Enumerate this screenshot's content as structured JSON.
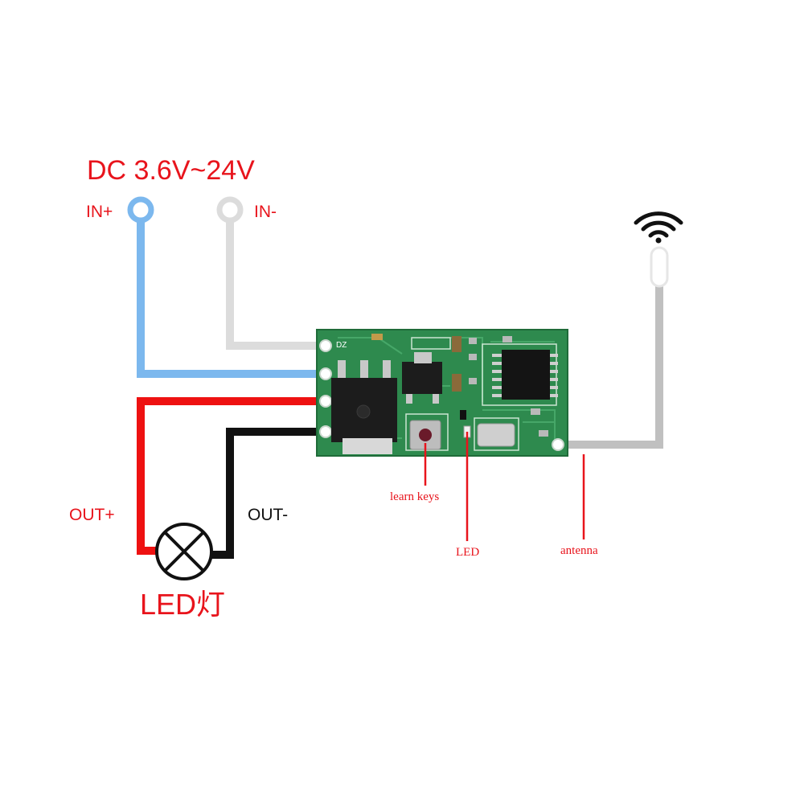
{
  "title": "DC 3.6V~24V",
  "terminals": {
    "in_plus": "IN+",
    "in_minus": "IN-",
    "out_plus": "OUT+",
    "out_minus": "OUT-"
  },
  "load_label": "LED灯",
  "callouts": {
    "learn_keys": "learn keys",
    "led": "LED",
    "antenna": "antenna"
  },
  "pcb_marking": "DZ",
  "colors": {
    "label_red": "#e8141c",
    "wire_in_plus": "#7cb8ee",
    "wire_in_minus": "#dcdcdc",
    "wire_out_plus": "#ee1111",
    "wire_out_minus": "#111111",
    "wire_antenna": "#c0c0c0",
    "pcb_green": "#2e8a4e"
  },
  "icons": {
    "wifi": "wifi-signal-icon",
    "lamp": "lamp-icon"
  }
}
